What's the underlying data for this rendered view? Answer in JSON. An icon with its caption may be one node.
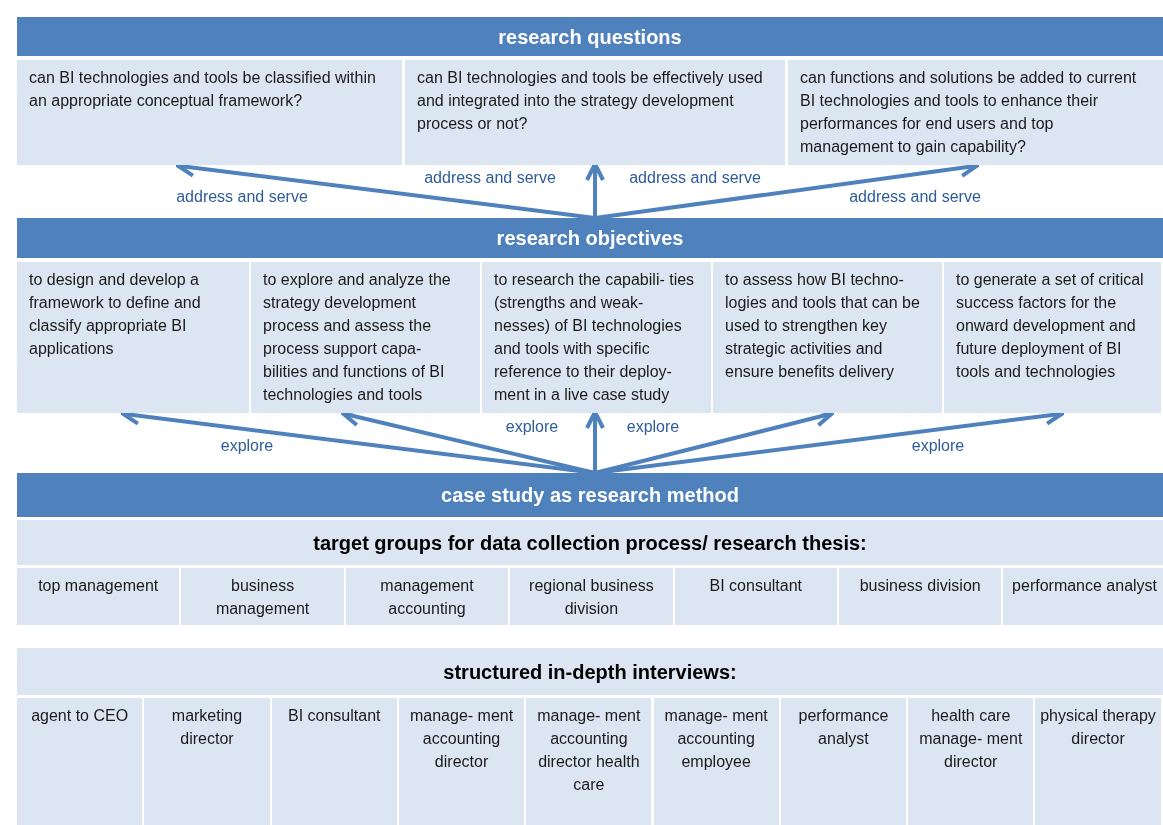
{
  "diagram": {
    "nodes": [
      {
        "text": [
          "research questions"
        ]
      },
      {
        "text": [
          "can BI technologies and tools be classified within an appropriate conceptual framework?"
        ]
      },
      {
        "text": [
          "can BI technologies and tools be effectively used and integrated into the strategy development process or not?"
        ]
      },
      {
        "text": [
          "can functions and solutions be added to current BI technologies and tools to enhance their performances for end users and top management to gain capability?"
        ]
      },
      {
        "text": [
          "research objectives"
        ]
      },
      {
        "text": [
          "to design and develop a framework to define and classify appropriate BI applications"
        ]
      },
      {
        "text": [
          "to explore and analyze the strategy development process and assess the process support capa- bilities and functions of BI technologies and tools"
        ]
      },
      {
        "text": [
          "to research the capabili- ties (strengths and weak- nesses) of BI technologies and tools with specific reference to their deploy- ment in a live case study"
        ]
      },
      {
        "text": [
          "to assess how BI techno- logies and tools that can be used to strengthen key strategic activities and ensure benefits delivery"
        ]
      },
      {
        "text": [
          "to generate a set of critical success factors for the onward development and future deployment of BI tools and technologies"
        ]
      },
      {
        "text": [
          "case study as research method"
        ]
      },
      {
        "text": [
          "target groups for data collection process/ research thesis:"
        ]
      },
      {
        "text": [
          "top management"
        ]
      },
      {
        "text": [
          "business management"
        ]
      },
      {
        "text": [
          "management accounting"
        ]
      },
      {
        "text": [
          "regional business division"
        ]
      },
      {
        "text": [
          "BI consultant"
        ]
      },
      {
        "text": [
          "business division"
        ]
      },
      {
        "text": [
          "performance analyst"
        ]
      },
      {
        "text": [
          "structured in-depth interviews:"
        ]
      },
      {
        "text": [
          "agent to CEO"
        ]
      },
      {
        "text": [
          "marketing director"
        ]
      },
      {
        "text": [
          "BI consultant"
        ]
      },
      {
        "text": [
          "manage- ment accounting director"
        ]
      },
      {
        "text": [
          "manage- ment accounting director health care"
        ]
      },
      {
        "text": [
          "manage- ment accounting employee"
        ]
      },
      {
        "text": [
          "performance analyst"
        ]
      },
      {
        "text": [
          "health care manage- ment director"
        ]
      },
      {
        "text": [
          "physical therapy director"
        ]
      }
    ],
    "edges": [
      {
        "from": 4,
        "to": 1,
        "arrow": "to",
        "label": "address and serve"
      },
      {
        "from": 4,
        "to": 2,
        "arrow": "to",
        "label": "address and serve"
      },
      {
        "from": 4,
        "to": 3,
        "arrow": "to",
        "label": "address and serve"
      },
      {
        "from": 10,
        "to": 5,
        "arrow": "to",
        "label": "explore"
      },
      {
        "from": 10,
        "to": 6,
        "arrow": "to"
      },
      {
        "from": 10,
        "to": 7,
        "arrow": "to",
        "label": "explore"
      },
      {
        "from": 10,
        "to": 8,
        "arrow": "to"
      },
      {
        "from": 10,
        "to": 9,
        "arrow": "to",
        "label": "explore"
      }
    ],
    "labels": [
      "address and serve",
      "explore"
    ]
  }
}
